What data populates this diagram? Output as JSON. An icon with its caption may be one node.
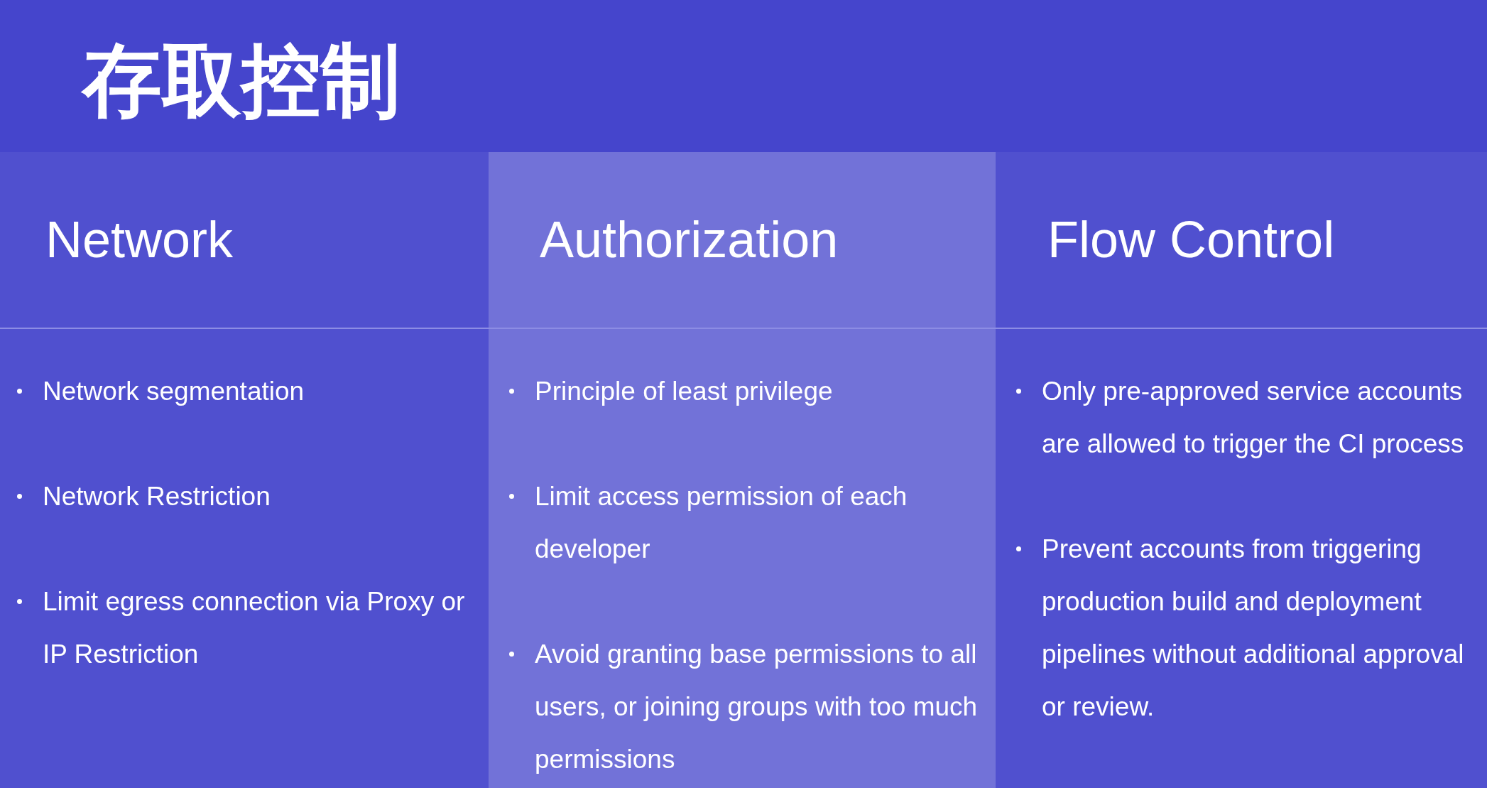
{
  "diagram": {
    "title": "存取控制",
    "nodes": [
      {
        "text": [
          "Network",
          "Network segmentation",
          "Network Restriction",
          "Limit egress connection via Proxy or IP Restriction"
        ]
      },
      {
        "text": [
          "Authorization",
          "Principle of least privilege",
          "Limit access permission of each developer",
          "Avoid granting base permissions to all users, or joining groups with too much permissions"
        ]
      },
      {
        "text": [
          "Flow Control",
          "Only pre-approved service accounts are allowed to trigger the CI process",
          "Prevent accounts from triggering production build and deployment pipelines without additional approval or review."
        ]
      }
    ]
  }
}
